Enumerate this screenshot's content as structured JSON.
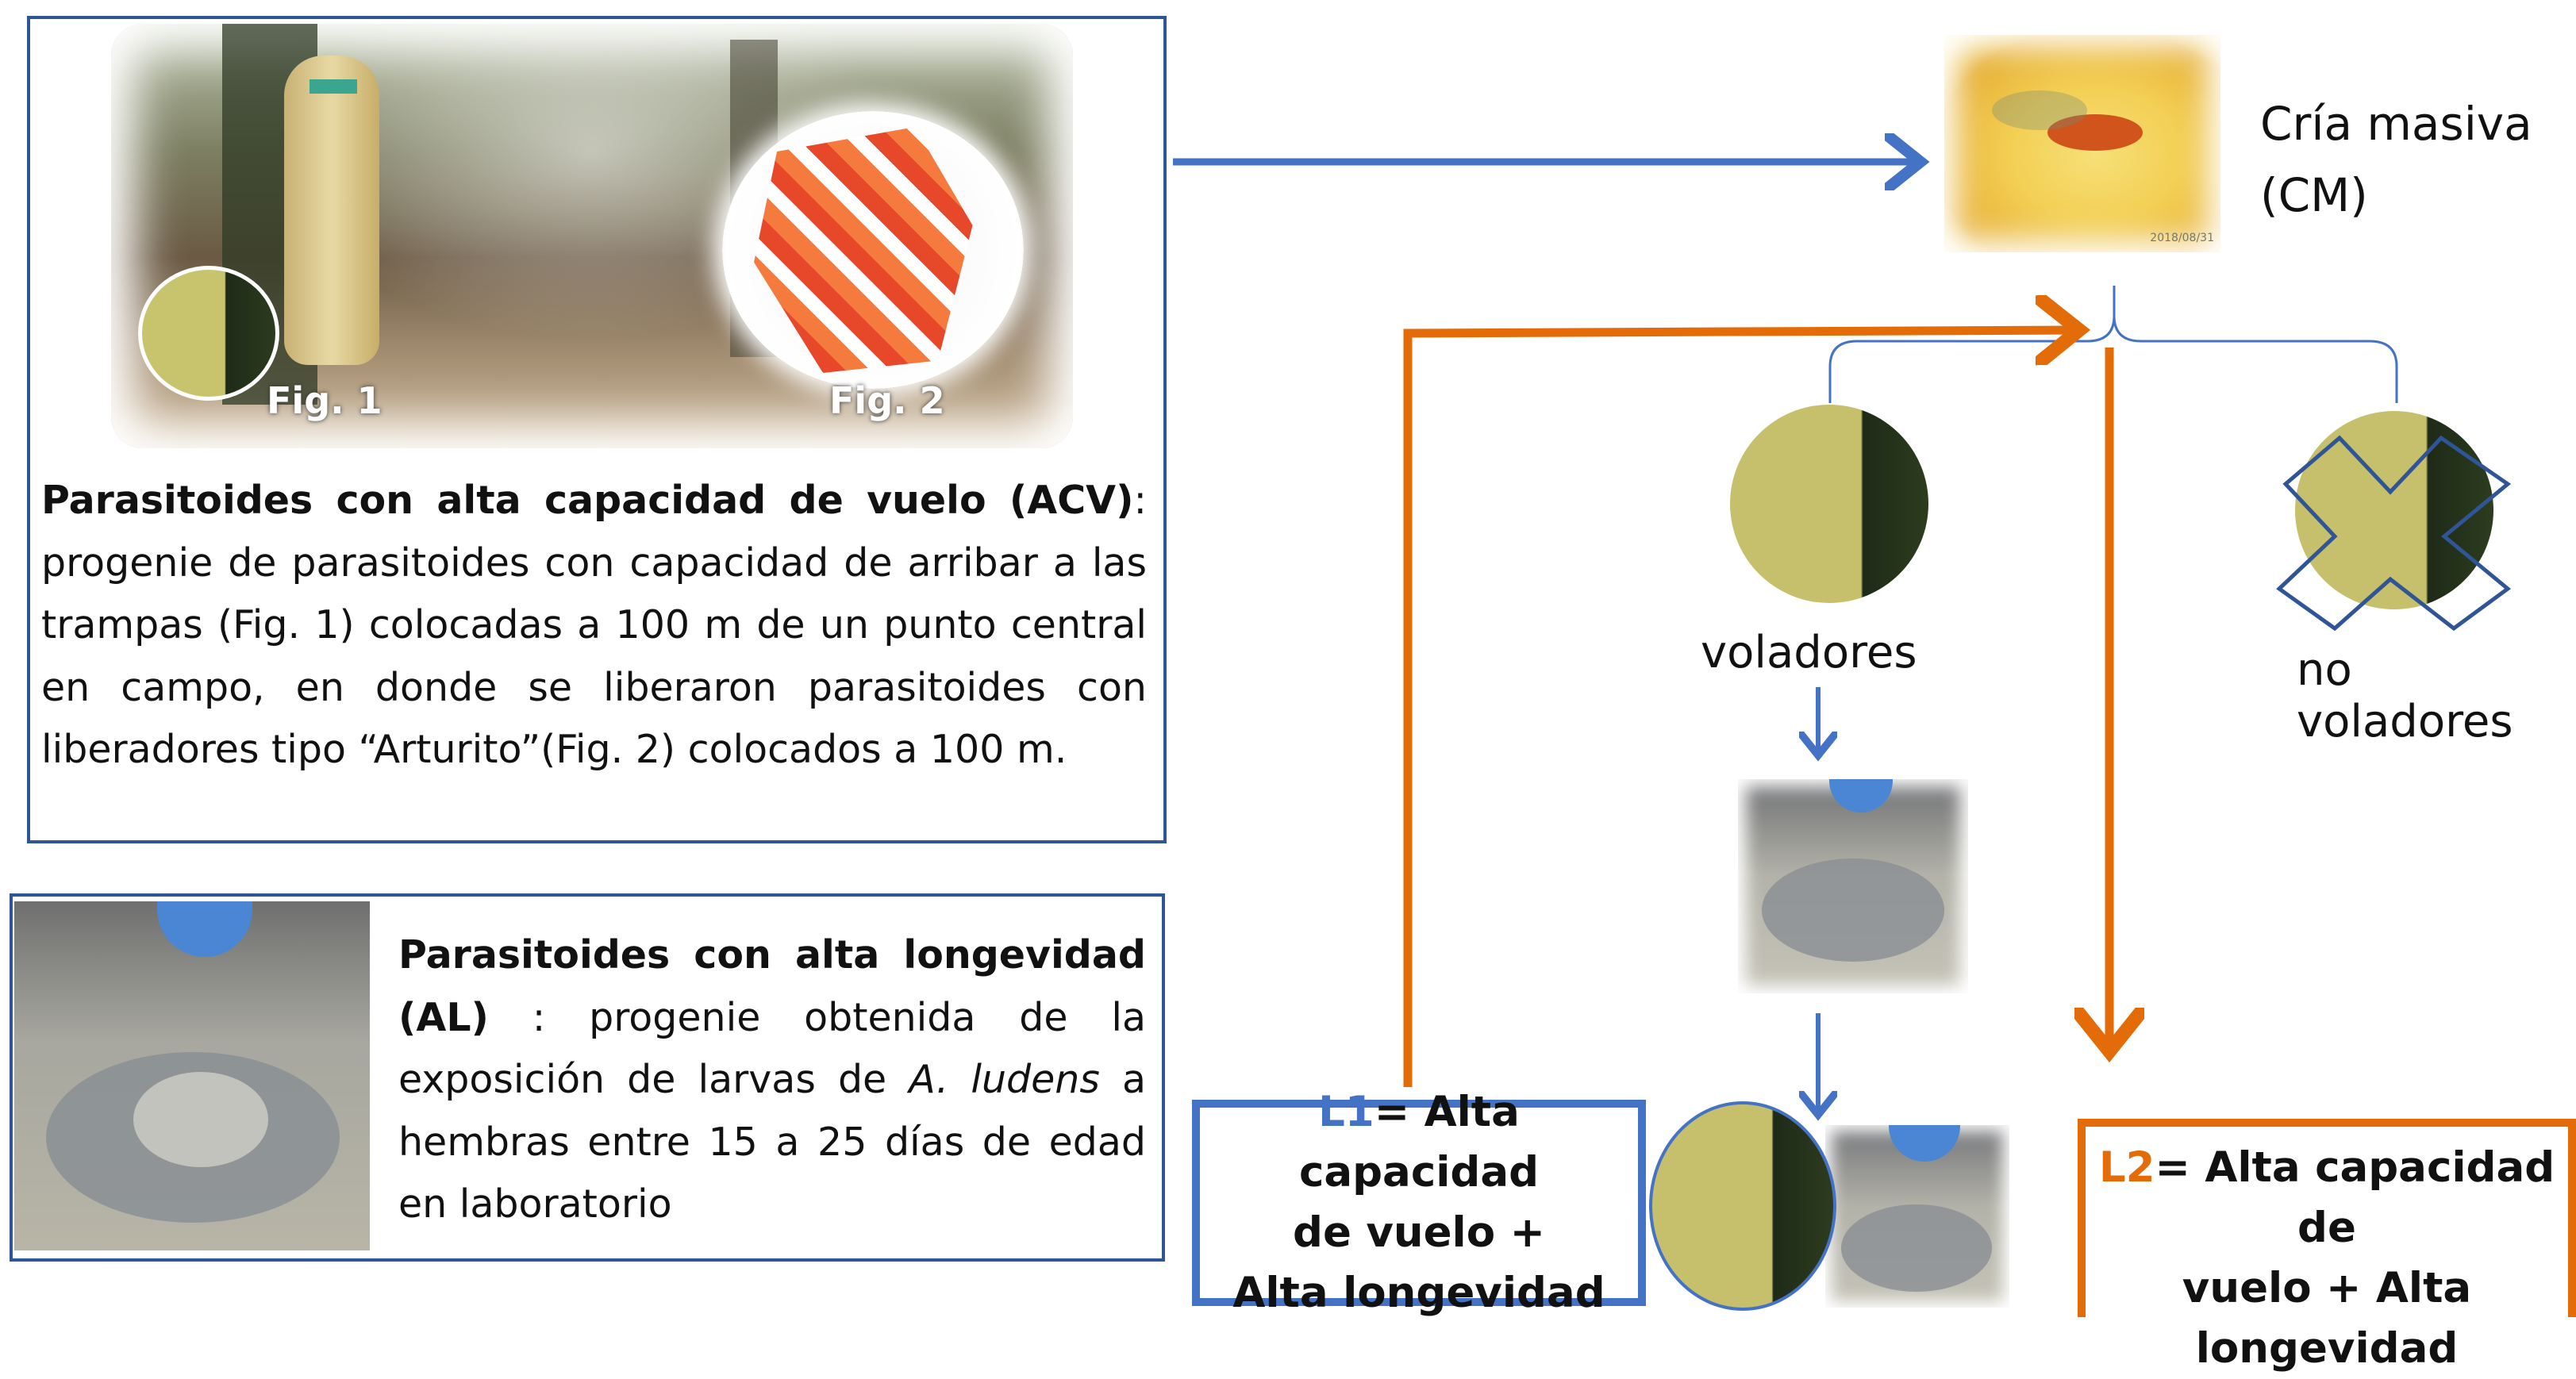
{
  "colors": {
    "blue": "#4472C4",
    "orange": "#E36C09",
    "box_border": "#2F5597",
    "cage_oval": "#8a8f94",
    "banner_bg": "#d9c79a"
  },
  "acv_panel": {
    "fig1_caption": "Fig. 1",
    "fig2_caption": "Fig. 2",
    "title_bold": "Parasitoides con alta capacidad de vuelo (ACV)",
    "title_colon": ":",
    "body": "progenie de parasitoides con capacidad de arribar a las trampas (Fig. 1) colocadas a 100 m de un punto central en campo, en donde se liberaron parasitoides con liberadores tipo “Arturito”(Fig. 2) colocados a 100 m."
  },
  "al_panel": {
    "title_bold": "Parasitoides con alta longevidad (AL)",
    "body_pre": " : progenie obtenida de la exposición de larvas de ",
    "species": "A. ludens",
    "body_post": " a hembras entre 15 a 25 días de edad en laboratorio"
  },
  "cm": {
    "line1": "Cría masiva",
    "line2": "(CM)",
    "photo_stamp": "2018/08/31"
  },
  "labels": {
    "voladores": "voladores",
    "no_voladores": "no voladores"
  },
  "l1": {
    "tag": "L1",
    "line1": "= Alta capacidad",
    "line2": "de vuelo +",
    "line3": "Alta longevidad"
  },
  "l2": {
    "tag": "L2",
    "line1": "= Alta capacidad de",
    "line2": "vuelo  + Alta",
    "line3": "longevidad"
  }
}
